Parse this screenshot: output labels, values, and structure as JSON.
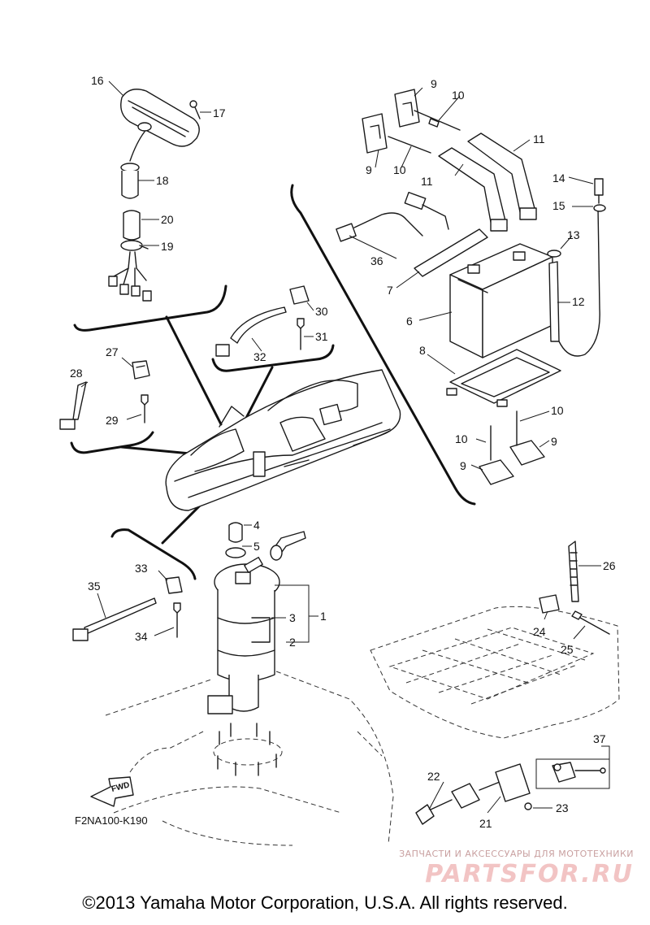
{
  "diagram": {
    "part_code": "F2NA100-K190",
    "direction_label": "FWD",
    "callouts": [
      "1",
      "2",
      "3",
      "4",
      "5",
      "6",
      "7",
      "8",
      "9",
      "10",
      "11",
      "12",
      "13",
      "14",
      "15",
      "16",
      "17",
      "18",
      "19",
      "20",
      "21",
      "22",
      "23",
      "24",
      "25",
      "26",
      "27",
      "28",
      "29",
      "30",
      "31",
      "32",
      "33",
      "34",
      "35",
      "36",
      "37"
    ]
  },
  "footer": {
    "copyright": "©2013 Yamaha Motor Corporation, U.S.A. All rights reserved."
  },
  "watermark": {
    "tagline": "ЗАПЧАСТИ И АКСЕССУАРЫ ДЛЯ МОТОТЕХНИКИ",
    "logo_text": "PARTSFOR.RU"
  }
}
